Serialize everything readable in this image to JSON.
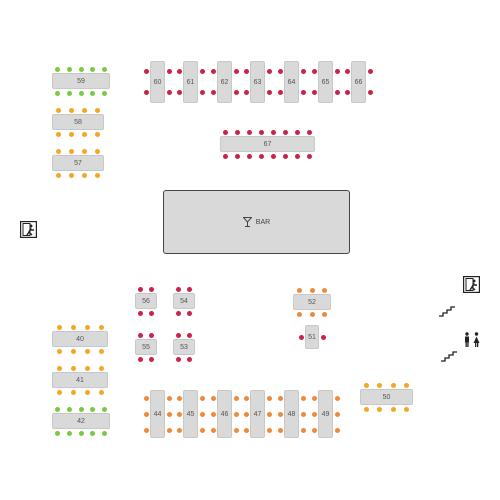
{
  "colors": {
    "green": "#7ac943",
    "yellow": "#f5a623",
    "red": "#c8234a",
    "orange": "#ef8a3c"
  },
  "bar": {
    "label": "BAR",
    "icon": "cocktail-glass-icon"
  },
  "icons": [
    "emergency-exit-icon",
    "emergency-exit-icon",
    "stairs-icon",
    "stairs-icon",
    "restroom-icon"
  ],
  "tables": [
    {
      "id": "59",
      "status": "green"
    },
    {
      "id": "58",
      "status": "yellow"
    },
    {
      "id": "57",
      "status": "yellow"
    },
    {
      "id": "60",
      "status": "red"
    },
    {
      "id": "61",
      "status": "red"
    },
    {
      "id": "62",
      "status": "red"
    },
    {
      "id": "63",
      "status": "red"
    },
    {
      "id": "64",
      "status": "red"
    },
    {
      "id": "65",
      "status": "red"
    },
    {
      "id": "66",
      "status": "red"
    },
    {
      "id": "67",
      "status": "red"
    },
    {
      "id": "56",
      "status": "red"
    },
    {
      "id": "54",
      "status": "red"
    },
    {
      "id": "55",
      "status": "red"
    },
    {
      "id": "53",
      "status": "red"
    },
    {
      "id": "52",
      "status": "orange"
    },
    {
      "id": "51",
      "status": "red"
    },
    {
      "id": "40",
      "status": "yellow"
    },
    {
      "id": "41",
      "status": "yellow"
    },
    {
      "id": "42",
      "status": "green"
    },
    {
      "id": "44",
      "status": "orange"
    },
    {
      "id": "45",
      "status": "orange"
    },
    {
      "id": "46",
      "status": "orange"
    },
    {
      "id": "47",
      "status": "orange"
    },
    {
      "id": "48",
      "status": "orange"
    },
    {
      "id": "49",
      "status": "orange"
    },
    {
      "id": "50",
      "status": "yellow"
    }
  ]
}
